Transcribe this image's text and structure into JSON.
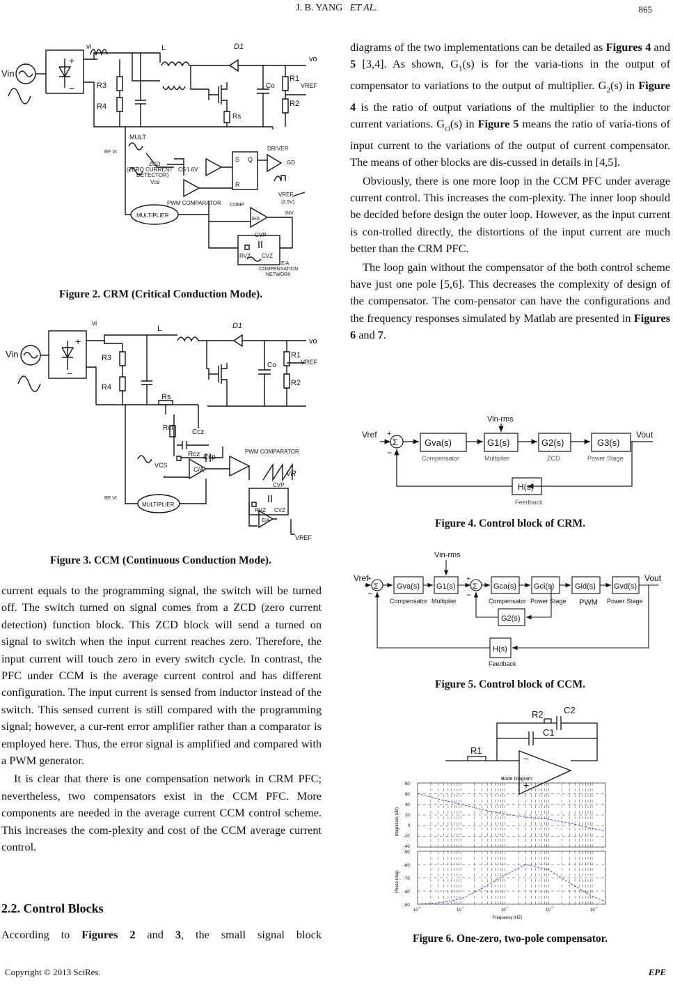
{
  "header": {
    "authors": "J. B. YANG",
    "etal": "ET    AL.",
    "page_number": "865"
  },
  "footer": {
    "copyright": "Copyright © 2013 SciRes.",
    "journal": "EPE"
  },
  "left_column": {
    "fig2_caption": "Figure 2. CRM (Critical Conduction Mode).",
    "fig3_caption": "Figure 3. CCM (Continuous Conduction Mode).",
    "para1": "current equals to the programming signal, the switch will be turned off. The switch turned on signal comes from a ZCD (zero current detection) function block. This ZCD block will send a turned on signal to switch when the input current reaches zero. Therefore, the input current will touch zero in every switch cycle. In contrast, the PFC under CCM is the average current control and has different configuration. The input current is sensed from inductor instead of the switch. This sensed current is still compared with the programming signal; however, a cur-rent error amplifier rather than a comparator is employed here. Thus, the error signal is amplified and compared with a PWM generator.",
    "para2": "It is clear that there is one compensation network in CRM PFC; nevertheless, two compensators exist in the CCM PFC. More components are needed in the average current CCM control scheme. This increases the com-plexity and cost of the CCM average current control.",
    "section_heading": "2.2. Control Blocks",
    "para3_start": "According to ",
    "para3_fig2": "Figures 2",
    "para3_and": " and ",
    "para3_fig3": "3",
    "para3_end": ", the small signal block"
  },
  "right_column": {
    "p1_a": "diagrams of the two implementations can be detailed as ",
    "p1_fig4": "Figures 4",
    "p1_and": " and ",
    "p1_fig5": "5",
    "p1_b": " [3,4]. As shown, G",
    "p1_sub1": "1",
    "p1_c": "(s) is for the varia-tions in the output of compensator to variations to the output of multiplier. G",
    "p1_sub2": "2",
    "p1_d": "(s) in ",
    "p1_fig4b": "Figure 4",
    "p1_e": " is the ratio of output variations of the multiplier to the inductor current variations. G",
    "p1_sub3": "ci",
    "p1_f": "(s) in ",
    "p1_fig5b": "Figure 5",
    "p1_g": " means the ratio of varia-tions of input current to the variations of the output of current compensator. The means of other blocks are dis-cussed in details in [4,5].",
    "para2": "Obviously, there is one more loop in the CCM PFC under average current control. This increases the com-plexity. The inner loop should be decided before design the outer loop. However, as the input current is con-trolled directly, the distortions of the input current are much better than the CRM PFC.",
    "p3_a": "The loop gain without the compensator of the both control scheme have just one pole [5,6]. This decreases the complexity of design of the compensator. The com-pensator can have the configurations and the frequency responses simulated by Matlab are presented in ",
    "p3_fig6": "Figures 6",
    "p3_and": " and ",
    "p3_fig7": "7",
    "p3_end": ".",
    "fig4_caption": "Figure 4. Control block of CRM.",
    "fig5_caption": "Figure 5. Control block of CCM.",
    "fig6_caption": "Figure 6. One-zero, two-pole compensator."
  },
  "fig2": {
    "vin": "Vin",
    "vi": "vi",
    "r3": "R3",
    "r4": "R4",
    "l": "L",
    "d1": "D1",
    "vo": "vo",
    "co": "Co",
    "r1": "R1",
    "r2": "R2",
    "rs": "Rs",
    "vref": "VREF",
    "mult": "MULT",
    "zcd": "ZCD",
    "zcd2": "(ZERO CURRENT",
    "zcd3": "DETECTOR)",
    "cs": "CS",
    "v16": "1.6V",
    "vcs": "Vcs",
    "s": "S",
    "q": "Q",
    "r": "R",
    "driver": "DRIVER",
    "gd": "GD",
    "pwm": "PWM COMPARATOR",
    "multiplier": "MULTIPLIER",
    "comp": "COMP",
    "vref25": "VREF",
    "v25": "(2.5V)",
    "ea": "E/A",
    "inv": "INV",
    "cvp": "CVP",
    "rvz": "RVZ",
    "cvz": "CVZ",
    "net1": "E/A",
    "net2": "COMPENSATION",
    "net3": "NETWORK",
    "rfvi": "RF VI"
  },
  "fig3": {
    "vin": "Vin",
    "vi": "vi",
    "r3": "R3",
    "r4": "R4",
    "l": "L",
    "d1": "D1",
    "vo": "vo",
    "co": "Co",
    "r1": "R1",
    "r2": "R2",
    "rs": "Rs",
    "vref": "VREF",
    "rci": "Rci",
    "ccz": "Ccz",
    "rcz": "Rcz",
    "ccp": "Ccp",
    "ca": "C/A",
    "pwm": "PWM COMPARATOR",
    "vr": "vR",
    "vcs": "VCS",
    "multiplier": "MULTIPLIER",
    "cvp": "CVP",
    "rvz": "RVZ",
    "cvz": "CVZ",
    "ea": "E/A",
    "vref_out": "VREF",
    "rfvi": "RF VI"
  },
  "fig4": {
    "vref": "Vref",
    "vin_rms": "Vin-rms",
    "sum": "Σ",
    "plus": "+",
    "minus": "−",
    "gva": "Gva(s)",
    "g1": "G1(s)",
    "g2": "G2(s)",
    "g3": "G3(s)",
    "compensator": "Compensator",
    "multiplier": "Multiplier",
    "zcd": "ZCD",
    "power_stage": "Power Stage",
    "h": "H(s)",
    "feedback": "Feedback",
    "vout": "Vout"
  },
  "fig5": {
    "vref": "Vref",
    "vin_rms": "Vin-rms",
    "sum": "Σ",
    "plus": "+",
    "minus": "−",
    "gva": "Gva(s)",
    "g1": "G1(s)",
    "gca": "Gca(s)",
    "gci": "Gci(s)",
    "gid": "Gid(s)",
    "gvd": "Gvd(s)",
    "g2": "G2(s)",
    "compensator": "Compensator",
    "multiplier": "Multiplier",
    "compensator2": "Compensator",
    "power_stage": "Power Stage",
    "pwm": "PWM",
    "power_stage2": "Power Stage",
    "h": "H(s)",
    "feedback": "Feedback",
    "vout": "Vout"
  },
  "fig6": {
    "r2": "R2",
    "c2": "C2",
    "c1": "C1",
    "r1": "R1",
    "minus": "−",
    "plus": "+",
    "bode_title": "Bode Diagram",
    "mag_ylabel": "Magnitude (dB)",
    "phase_ylabel": "Phase (deg)",
    "xlabel": "Frequency  (HZ)",
    "mag_ticks": [
      "80",
      "60",
      "40",
      "20",
      "0",
      "-20",
      "-40"
    ],
    "phase_ticks": [
      "-50",
      "-60",
      "-70",
      "-80",
      "-90"
    ],
    "x_ticks": [
      "10",
      "10",
      "10",
      "10",
      "10"
    ],
    "x_exps": [
      "0",
      "1",
      "2",
      "3",
      "4"
    ]
  },
  "chart_data": {
    "type": "line",
    "title": "Bode Diagram",
    "xlabel": "Frequency  (HZ)",
    "xscale": "log",
    "xlim": [
      1,
      20000
    ],
    "panels": [
      {
        "ylabel": "Magnitude (dB)",
        "ylim": [
          -40,
          80
        ],
        "ticks": [
          -40,
          -20,
          0,
          20,
          40,
          60,
          80
        ],
        "x": [
          1,
          3,
          10,
          30,
          100,
          300,
          1000,
          3000,
          10000,
          20000
        ],
        "y": [
          60,
          50,
          40,
          30,
          22,
          16,
          12,
          5,
          -5,
          -10
        ]
      },
      {
        "ylabel": "Phase (deg)",
        "ylim": [
          -90,
          -50
        ],
        "ticks": [
          -90,
          -80,
          -70,
          -60,
          -50
        ],
        "x": [
          1,
          3,
          10,
          30,
          100,
          300,
          1000,
          3000,
          10000,
          20000
        ],
        "y": [
          -90,
          -89,
          -86,
          -78,
          -68,
          -60,
          -64,
          -74,
          -84,
          -88
        ]
      }
    ],
    "grid": true
  }
}
